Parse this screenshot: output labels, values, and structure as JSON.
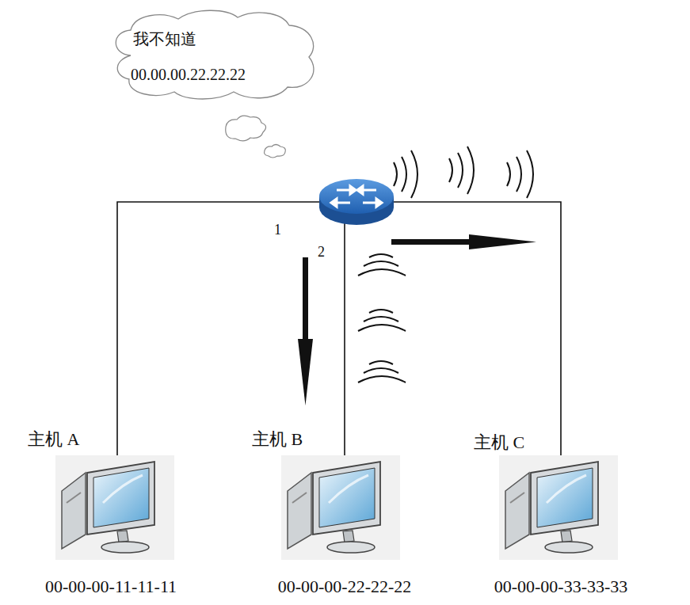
{
  "diagram": {
    "nodes": [
      {
        "text": [
          "我不知道",
          "00.00.00.22.22.22"
        ]
      },
      {
        "text": [
          "主机 A",
          "00-00-00-11-11-11"
        ]
      },
      {
        "text": [
          "主机 B",
          "00-00-00-22-22-22"
        ]
      },
      {
        "text": [
          "主机 C",
          "00-00-00-33-33-33"
        ]
      }
    ],
    "labels": [
      "1",
      "2"
    ]
  }
}
